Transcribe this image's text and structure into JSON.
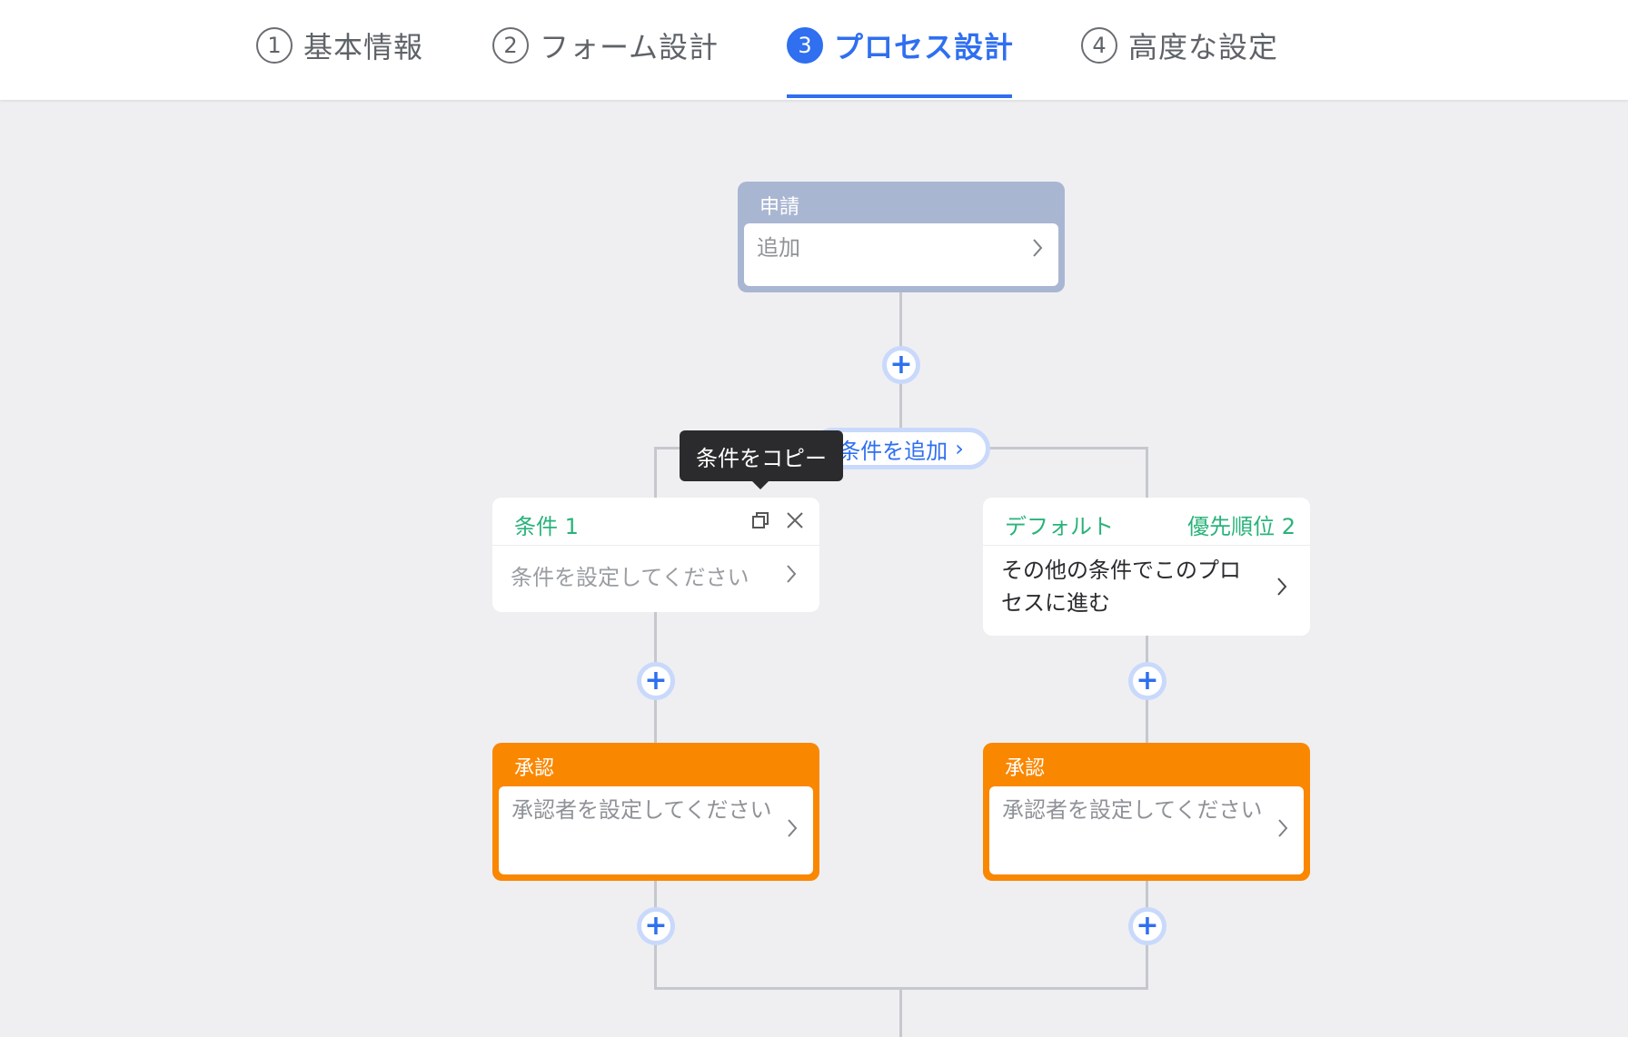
{
  "steps": [
    {
      "num": "1",
      "label": "基本情報"
    },
    {
      "num": "2",
      "label": "フォーム設計"
    },
    {
      "num": "3",
      "label": "プロセス設計"
    },
    {
      "num": "4",
      "label": "高度な設定"
    }
  ],
  "active_step": 3,
  "apply_node": {
    "title": "申請",
    "value": "追加"
  },
  "plus_symbol": "+",
  "add_condition": {
    "label": "条件を追加",
    "chevron": "›"
  },
  "tooltip": {
    "text": "条件をコピー"
  },
  "condition_1": {
    "title": "条件 1",
    "placeholder": "条件を設定してください"
  },
  "default_branch": {
    "title": "デフォルト",
    "priority": "優先順位 2",
    "text": "その他の条件でこのプロセスに進む"
  },
  "approver_nodes": [
    {
      "title": "承認",
      "placeholder": "承認者を設定してください"
    },
    {
      "title": "承認",
      "placeholder": "承認者を設定してください"
    }
  ],
  "icons": {
    "chevron": "chevron-right-icon",
    "copy": "copy-icon",
    "close": "close-icon",
    "plus": "plus-icon"
  },
  "colors": {
    "accent": "#2f6ff0",
    "apply_node": "#a9b6d2",
    "approver_node": "#fa8700",
    "condition_title": "#29b37a",
    "canvas": "#efeff2"
  }
}
